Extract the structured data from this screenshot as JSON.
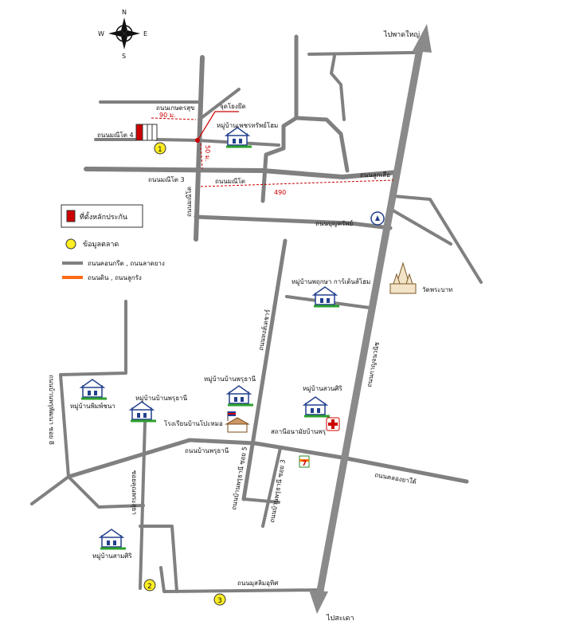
{
  "compass": {
    "n": "N",
    "s": "S",
    "e": "E",
    "w": "W"
  },
  "directions": {
    "north": "ไปพาดใหญ่",
    "south": "ไปสะเดา"
  },
  "legend": {
    "collateral": "ที่ตั้งหลักประกัน",
    "market_data": "ข้อมูลตลาด",
    "paved": "ถนนคอนกรีต , ถนนลาดยาง",
    "dirt": "ถนนดิน , ถนนลูกรัง",
    "paved_color": "#808080",
    "dirt_color": "#ff6a13",
    "collateral_color": "#cc0000",
    "marker_color": "#ffee22"
  },
  "roads": {
    "kaset_suk": "ถนนเกษตรสุข",
    "manee_10_4": "ถนนมณีโต 4",
    "manee_10_3": "ถนนมณีโต 3",
    "manee_10": "ถนนมณีโต",
    "manee_vertical": "ถนนมณีโต",
    "luk_suea": "ถนนลูกเสือ",
    "bunyasap": "ถนนบุญทรัพย์",
    "hong_sadet": "ถนนหงส์เดชาร์",
    "kanchanavanit": "ถนนกาญจนวนิช",
    "ban_phru_tani": "ถนนบ้านพรุธานี",
    "khlong_yai": "ถนนคลองยาใต้",
    "phru_soi5": "ถนนบ้านพรุธานี ซอย 5",
    "phru_soi3": "ถนนบ้านพรุธานี ซอย 3",
    "noi_phiang": "ถนนบ้านพรุพัฒนา ซอย 8",
    "kho_hong": "ซอยคุณพระสุธา",
    "mu_salim": "ถนนมุสลิมอุทิศ"
  },
  "places": {
    "junction": "จุดโยงยึด",
    "village_petch": "หมู่บ้านเพชรทรัพย์โฮม",
    "village_garden": "หมู่บ้านพฤกษา การ์เด้นส์โฮม",
    "temple": "วัดพระบาท",
    "village_suan_siri": "หมู่บ้านสวนศิริ",
    "village_ban_phru_1": "หมู่บ้านบ้านพรุธานี",
    "village_ban_phru_2": "หมู่บ้านบ้านพรุธานี",
    "village_phimphu": "หมู่บ้านพิมพ์ชนา",
    "school": "โรงเรียนบ้านโปะหมอ",
    "health": "สถานีอนามัยบ้านพรุ",
    "village_sam_siri": "หมู่บ้านสามศิริ",
    "seven": "7"
  },
  "distances": {
    "d90": "90 ม.",
    "d50": "50 ม.",
    "d490": "490"
  },
  "markers": [
    "1",
    "2",
    "3"
  ]
}
